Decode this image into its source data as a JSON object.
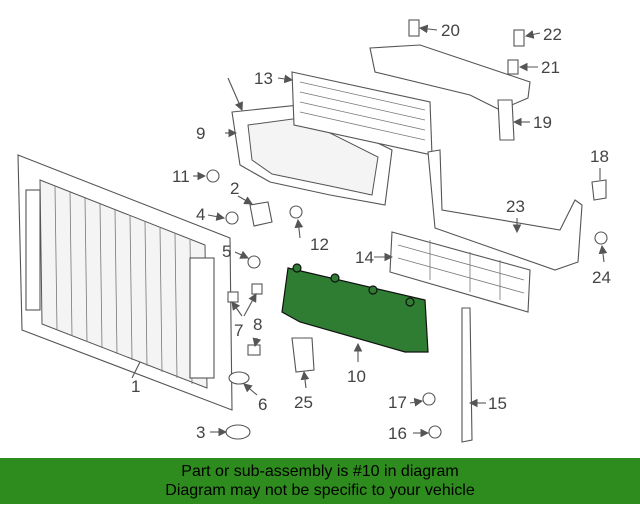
{
  "callouts": {
    "c1": "1",
    "c2": "2",
    "c3": "3",
    "c4": "4",
    "c5": "5",
    "c6": "6",
    "c7": "7",
    "c8": "8",
    "c9": "9",
    "c10": "10",
    "c11": "11",
    "c12": "12",
    "c13": "13",
    "c14": "14",
    "c15": "15",
    "c16": "16",
    "c17": "17",
    "c18": "18",
    "c19": "19",
    "c20": "20",
    "c21": "21",
    "c22": "22",
    "c23": "23",
    "c24": "24",
    "c25": "25"
  },
  "highlight": {
    "part_number": "10",
    "color": "#2e7d32"
  },
  "banner": {
    "line1": "Part or sub-assembly is #10 in diagram",
    "line2": "Diagram may not be specific to your vehicle",
    "color": "#2e8b1e"
  }
}
